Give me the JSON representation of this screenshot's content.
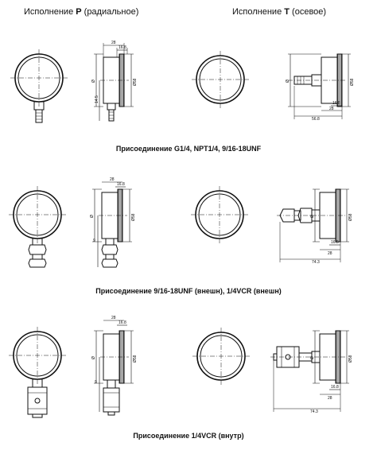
{
  "header": {
    "left": {
      "prefix": "Исполнение ",
      "letter": "P",
      "suffix": " (радиальное)"
    },
    "right": {
      "prefix": "Исполнение ",
      "letter": "T",
      "suffix": " (осевое)"
    }
  },
  "captions": [
    "Присоединение G1/4, NPT1/4, 9/16-18UNF",
    "Присоединение 9/16-18UNF (внешн), 1/4VCR (внешн)",
    "Присоединение 1/4VCR (внутр)"
  ],
  "dims": {
    "d28": "28",
    "d16_8": "16.8",
    "d9": "9",
    "d14_5": "14.5",
    "d56_8": "56.8",
    "d74_3": "74.3",
    "phi_d": "Ø",
    "phi_58": "Ø58"
  }
}
